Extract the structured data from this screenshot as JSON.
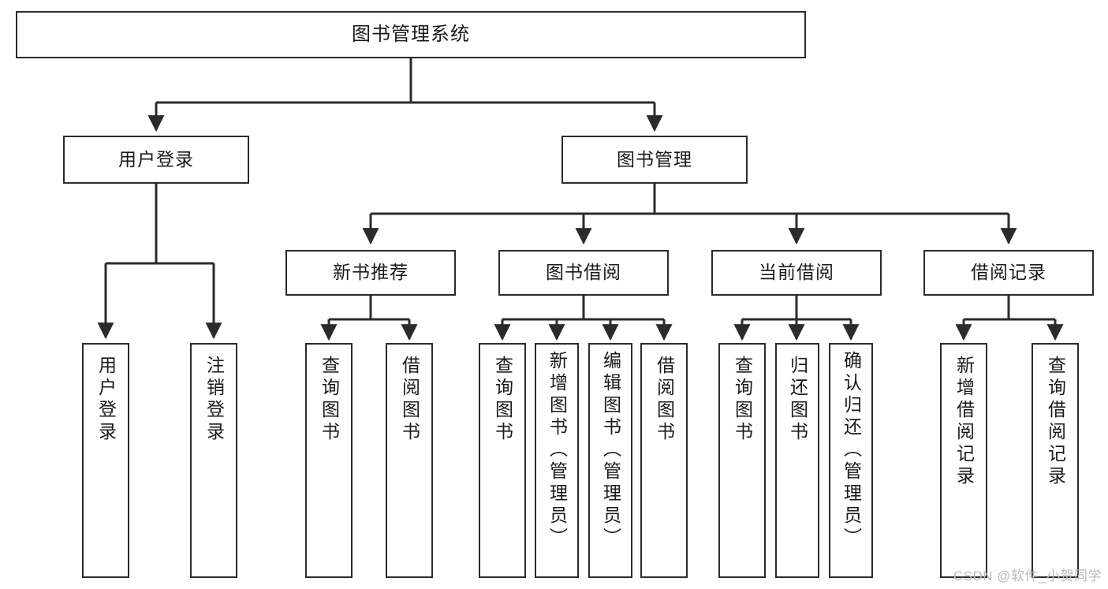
{
  "diagram": {
    "type": "tree-hierarchy",
    "title": "图书管理系统",
    "root": {
      "id": "root",
      "label": "图书管理系统"
    },
    "level1": [
      {
        "id": "user-login",
        "label": "用户登录"
      },
      {
        "id": "book-manage",
        "label": "图书管理"
      }
    ],
    "level2": [
      {
        "id": "new-book-recommend",
        "label": "新书推荐",
        "parent": "book-manage"
      },
      {
        "id": "book-borrow",
        "label": "图书借阅",
        "parent": "book-manage"
      },
      {
        "id": "current-borrow",
        "label": "当前借阅",
        "parent": "book-manage"
      },
      {
        "id": "borrow-record",
        "label": "借阅记录",
        "parent": "book-manage"
      }
    ],
    "leaves": [
      {
        "id": "leaf-user-login",
        "label": "用户登录",
        "parent": "user-login"
      },
      {
        "id": "leaf-user-logout",
        "label": "注销登录",
        "parent": "user-login"
      },
      {
        "id": "leaf-query-book-1",
        "label": "查询图书",
        "parent": "new-book-recommend"
      },
      {
        "id": "leaf-borrow-book-1",
        "label": "借阅图书",
        "parent": "new-book-recommend"
      },
      {
        "id": "leaf-query-book-2",
        "label": "查询图书",
        "parent": "book-borrow"
      },
      {
        "id": "leaf-add-book",
        "label": "新增图书（管理员）",
        "parent": "book-borrow"
      },
      {
        "id": "leaf-edit-book",
        "label": "编辑图书（管理员）",
        "parent": "book-borrow"
      },
      {
        "id": "leaf-borrow-book-2",
        "label": "借阅图书",
        "parent": "book-borrow"
      },
      {
        "id": "leaf-query-book-3",
        "label": "查询图书",
        "parent": "current-borrow"
      },
      {
        "id": "leaf-return-book",
        "label": "归还图书",
        "parent": "current-borrow"
      },
      {
        "id": "leaf-confirm-return",
        "label": "确认归还（管理员）",
        "parent": "current-borrow"
      },
      {
        "id": "leaf-add-record",
        "label": "新增借阅记录",
        "parent": "borrow-record"
      },
      {
        "id": "leaf-query-record",
        "label": "查询借阅记录",
        "parent": "borrow-record"
      }
    ],
    "watermark": "CSDN @软件_小贺同学",
    "colors": {
      "stroke": "#2b2b2b",
      "fill": "#ffffff",
      "text": "#1a1a1a",
      "watermark": "#b9b9b9"
    }
  }
}
